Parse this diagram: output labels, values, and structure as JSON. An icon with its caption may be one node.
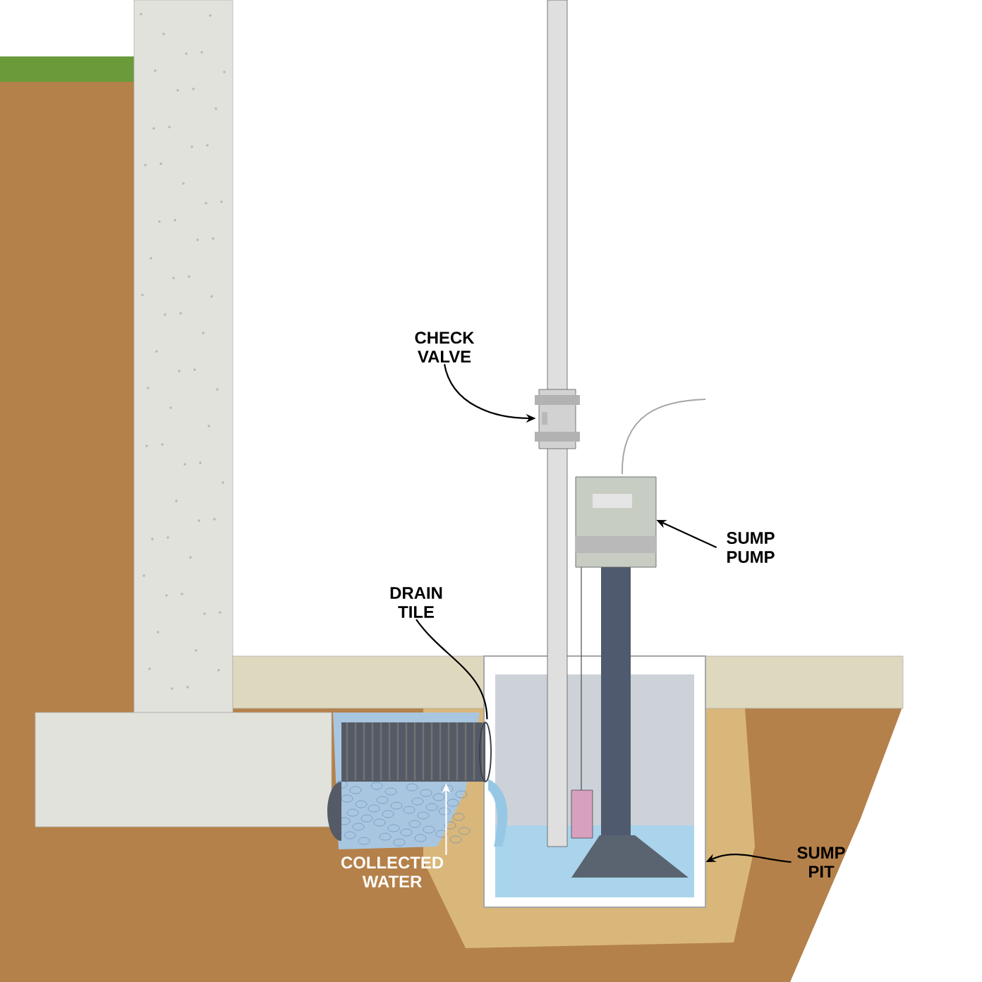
{
  "diagram": {
    "nodes": [
      {
        "text": [
          "CHECK VALVE"
        ]
      },
      {
        "text": [],
        "shape": "picture"
      },
      {
        "text": [
          "SUMP PUMP"
        ]
      },
      {
        "text": [],
        "shape": "picture"
      },
      {
        "text": [
          "DRAIN TILE"
        ]
      },
      {
        "text": [],
        "shape": "picture"
      },
      {
        "text": [
          "COLLECTED WATER"
        ]
      },
      {
        "text": [
          "SUMP PIT"
        ]
      },
      {
        "text": [],
        "shape": "picture"
      }
    ],
    "edges": [
      {
        "from": 0,
        "to": 1,
        "arrow": "to"
      },
      {
        "from": 2,
        "to": 3,
        "arrow": "to"
      },
      {
        "from": 4,
        "to": 5,
        "arrow": "none"
      },
      {
        "from": 6,
        "to": 5,
        "arrow": "to",
        "color": "#ffffff"
      },
      {
        "from": 7,
        "to": 8,
        "arrow": "to"
      }
    ]
  }
}
